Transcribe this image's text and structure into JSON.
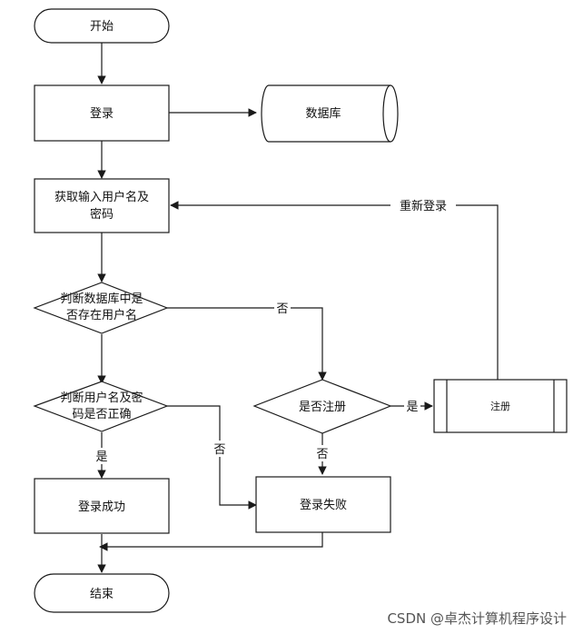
{
  "diagram": {
    "nodes": {
      "start": "开始",
      "login": "登录",
      "database": "数据库",
      "get_input_line1": "获取输入用户名及",
      "get_input_line2": "密码",
      "check_user_line1": "判断数据库中是",
      "check_user_line2": "否存在用户名",
      "check_pwd_line1": "判断用户名及密",
      "check_pwd_line2": "码是否正确",
      "register_q": "是否注册",
      "register": "注册",
      "login_ok": "登录成功",
      "login_fail": "登录失败",
      "end": "结束"
    },
    "edge_labels": {
      "relogin": "重新登录",
      "no_user": "否",
      "pwd_no": "否",
      "pwd_yes": "是",
      "reg_yes": "是",
      "reg_no": "否"
    }
  },
  "watermark": "CSDN @卓杰计算机程序设计"
}
